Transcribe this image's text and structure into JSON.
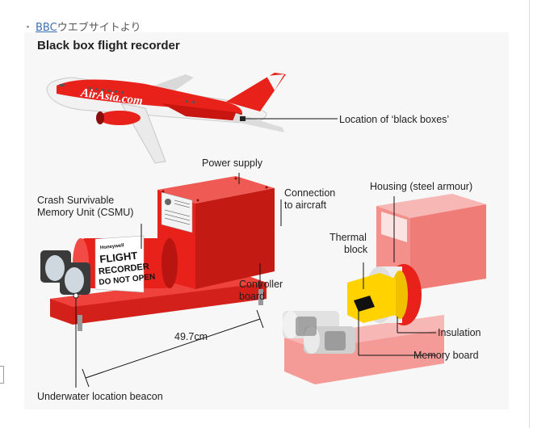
{
  "source": {
    "bullet": "・",
    "link_text": "BBC",
    "suffix": "ウエブサイトより"
  },
  "figure": {
    "title": "Black box flight recorder",
    "plane_livery": "AirAsia.com",
    "csmu_text": {
      "brand": "Honeywell",
      "line1": "FLIGHT",
      "line2": "RECORDER",
      "line3": "DO NOT OPEN"
    },
    "labels": {
      "location": "Location of ‘black boxes’",
      "power_supply": "Power supply",
      "connection_1": "Connection",
      "connection_2": "to aircraft",
      "crash_1": "Crash Survivable",
      "crash_2": "Memory Unit (CSMU)",
      "housing": "Housing (steel armour)",
      "thermal_1": "Thermal",
      "thermal_2": "block",
      "controller_1": "Controller",
      "controller_2": "board",
      "insulation": "Insulation",
      "dimension": "49.7cm",
      "memory_board": "Memory board",
      "beacon": "Underwater location beacon"
    },
    "colors": {
      "red": "#e8211b",
      "dark_red": "#b81410",
      "pale_red": "#f28a86",
      "yellow": "#ffd200"
    }
  }
}
